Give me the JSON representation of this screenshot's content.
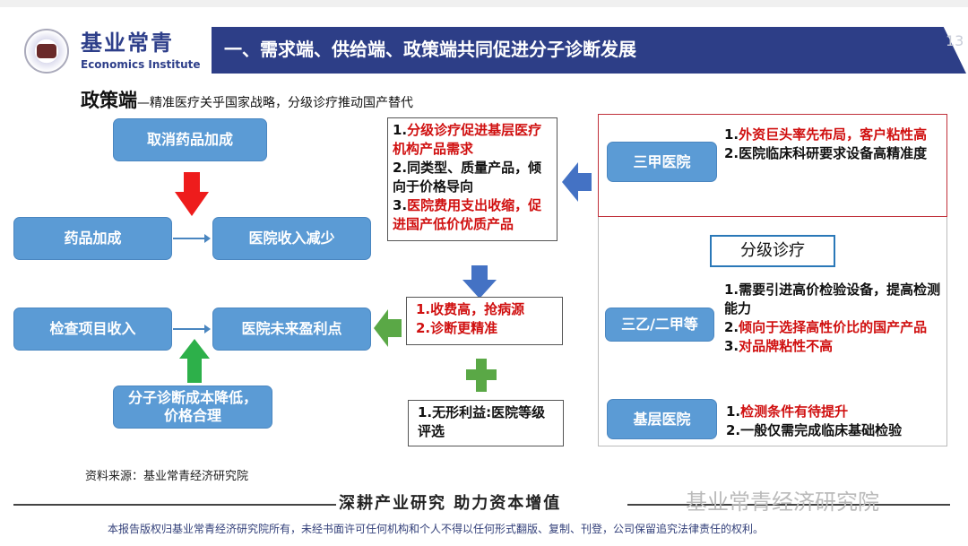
{
  "header": {
    "brand_cn": "基业常青",
    "brand_en": "Economics Institute",
    "title": "一、需求端、供给端、政策端共同促进分子诊断发展",
    "page_number": "13"
  },
  "subtitle": {
    "bold": "政策端",
    "rest": "—精准医疗关乎国家战略，分级诊疗推动国产替代"
  },
  "left_flow": {
    "cancel": "取消药品加成",
    "markup": "药品加成",
    "revenue_drop": "医院收入减少",
    "exam_income": "检查项目收入",
    "future_profit": "医院未来盈利点",
    "cost_down_1": "分子诊断成本降低，",
    "cost_down_2": "价格合理"
  },
  "center": {
    "box1": [
      {
        "n": "1.",
        "t": "分级诊疗促进基层医疗机构产品需求",
        "red": true
      },
      {
        "n": "2.",
        "t": "同类型、质量产品，倾向于价格导向",
        "red": false
      },
      {
        "n": "3.",
        "t": "医院费用支出收缩，促进国产低价优质产品",
        "red": true
      }
    ],
    "box2": {
      "l1": "1.收费高，抢病源",
      "l2": "2.诊断更精准"
    },
    "box3": "1.无形利益:医院等级评选"
  },
  "right": {
    "tier_label": "分级诊疗",
    "sanjia": {
      "label": "三甲医院",
      "p1n": "1.",
      "p1": "外资巨头率先布局，客户粘性高",
      "p2": "2.医院临床科研要求设备高精准度"
    },
    "sanyi": {
      "label": "三乙/二甲等",
      "p1": "1.需要引进高价检验设备，提高检测能力",
      "p2n": "2.",
      "p2": "倾向于选择高性价比的国产产品",
      "p3n": "3.",
      "p3": "对品牌粘性不高"
    },
    "jiceng": {
      "label": "基层医院",
      "p1n": "1.",
      "p1": "检测条件有待提升",
      "p2": "2.一般仅需完成临床基础检验"
    }
  },
  "footer": {
    "source": "资料来源：基业常青经济研究院",
    "slogan": "深耕产业研究 助力资本增值",
    "watermark": "基业常青经济研究院",
    "copyright": "本报告版权归基业常青经济研究院所有，未经书面许可任何机构和个人不得以任何形式翻版、复制、刊登，公司保留追究法律责任的权利。"
  },
  "colors": {
    "navy": "#2d3e87",
    "box_blue": "#5b9bd5",
    "red": "#d01010",
    "green": "#5aa846"
  }
}
